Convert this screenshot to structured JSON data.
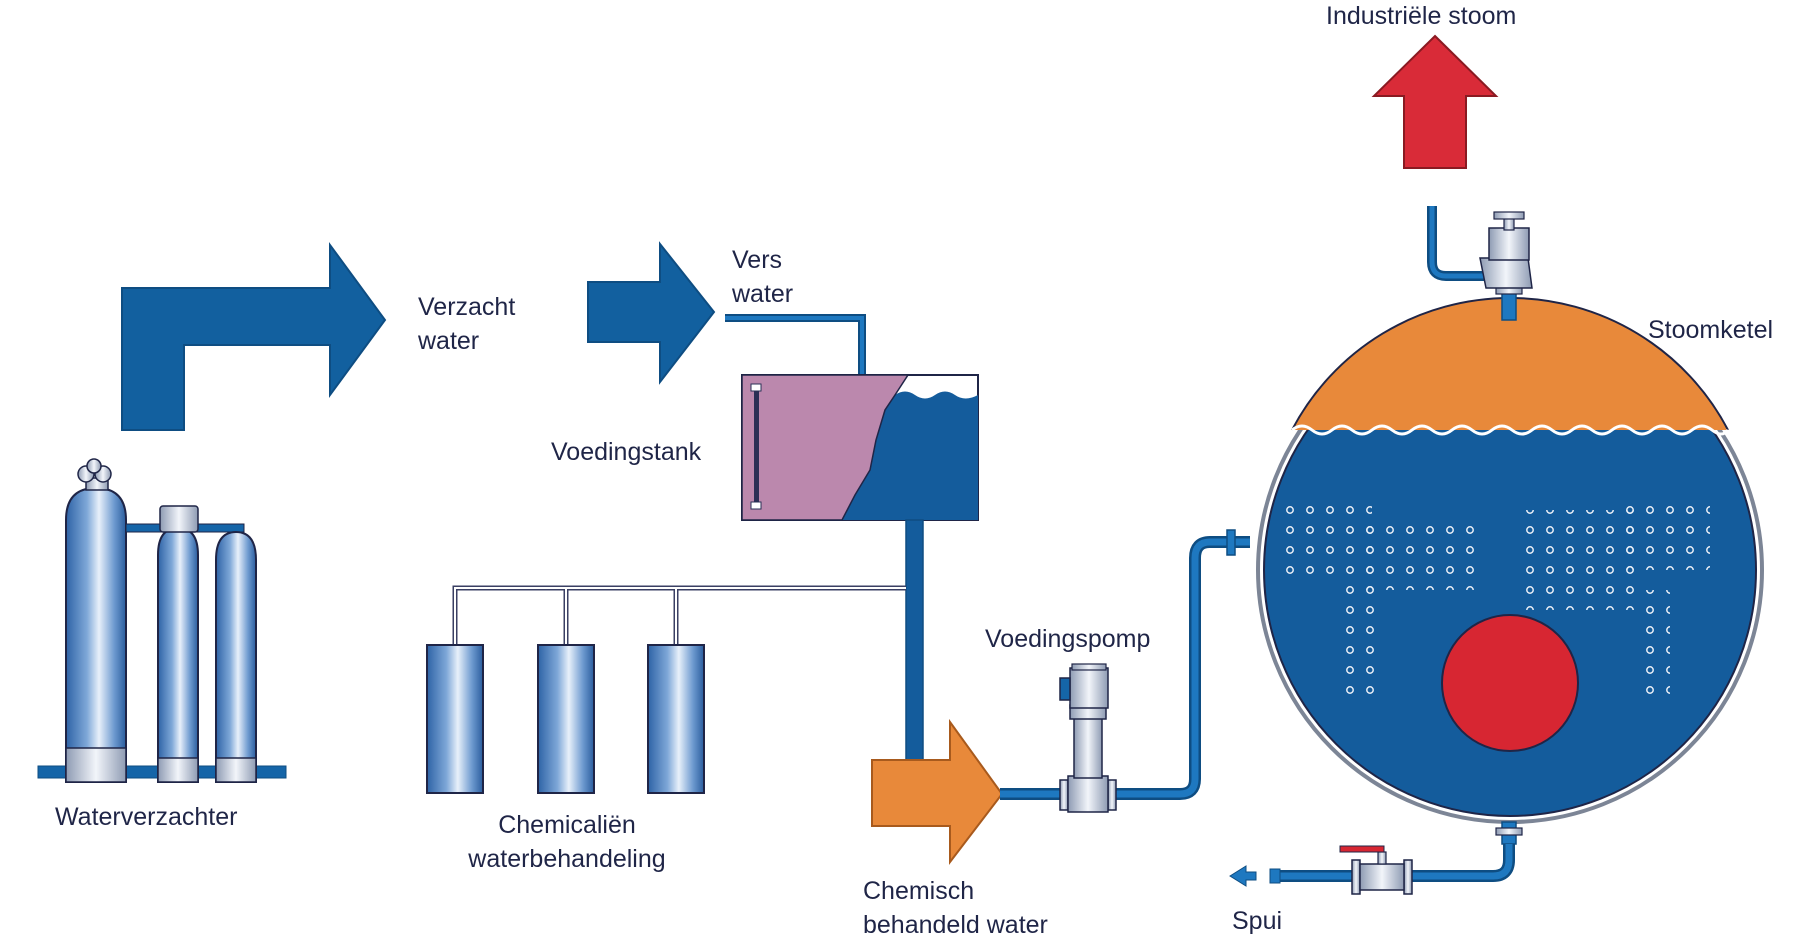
{
  "labels": {
    "industrial_steam": "Industriële stoom",
    "boiler": "Stoomketel",
    "softened_water": [
      "Verzacht",
      "water"
    ],
    "fresh_water": [
      "Vers",
      "water"
    ],
    "feed_tank": "Voedingstank",
    "water_softener": "Waterverzachter",
    "chemicals": [
      "Chemicaliën",
      "waterbehandeling"
    ],
    "feed_pump": "Voedingspomp",
    "treated_water": [
      "Chemisch",
      "behandeld water"
    ],
    "blowdown": "Spui"
  },
  "colors": {
    "pipe_blue": "#1565a8",
    "water_blue": "#145c9c",
    "arrow_blue": "#12609f",
    "steam_orange": "#e8893a",
    "flame_red": "#d72632",
    "steam_arrow_red": "#d92b38",
    "tank_pink": "#bb88ad",
    "text_dark": "#1f2547"
  }
}
